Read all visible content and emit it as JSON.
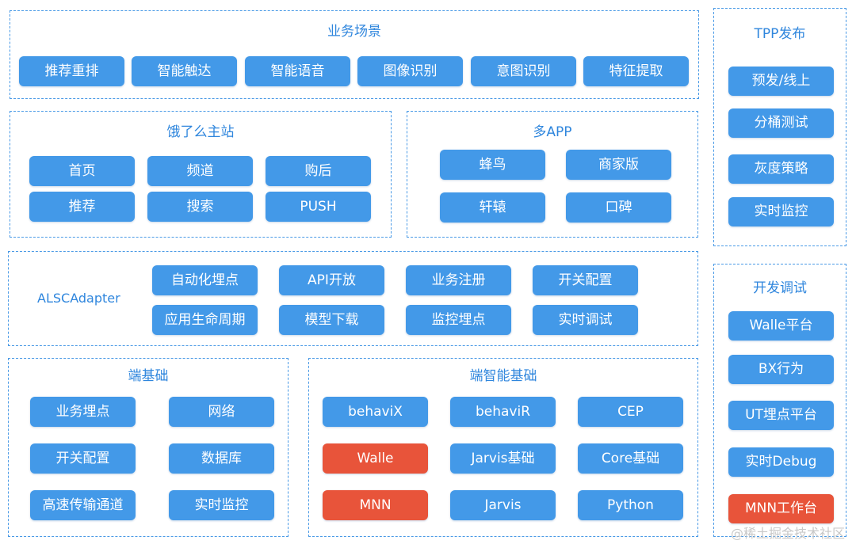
{
  "business": {
    "title": "业务场景",
    "items": [
      "推荐重排",
      "智能触达",
      "智能语音",
      "图像识别",
      "意图识别",
      "特征提取"
    ]
  },
  "eleme": {
    "title": "饿了么主站",
    "items": [
      "首页",
      "频道",
      "购后",
      "推荐",
      "搜索",
      "PUSH"
    ]
  },
  "multi_app": {
    "title": "多APP",
    "items": [
      "蜂鸟",
      "商家版",
      "轩辕",
      "口碑"
    ]
  },
  "adapter": {
    "title": "ALSCAdapter",
    "items": [
      "自动化埋点",
      "API开放",
      "业务注册",
      "开关配置",
      "应用生命周期",
      "模型下载",
      "监控埋点",
      "实时调试"
    ]
  },
  "client_base": {
    "title": "端基础",
    "items": [
      "业务埋点",
      "网络",
      "开关配置",
      "数据库",
      "高速传输通道",
      "实时监控"
    ]
  },
  "smart_base": {
    "title": "端智能基础",
    "items": [
      "behaviX",
      "behaviR",
      "CEP",
      "Walle",
      "Jarvis基础",
      "Core基础",
      "MNN",
      "Jarvis",
      "Python"
    ]
  },
  "tpp": {
    "title": "TPP发布",
    "items": [
      "预发/线上",
      "分桶测试",
      "灰度策略",
      "实时监控"
    ]
  },
  "dev": {
    "title": "开发调试",
    "items": [
      "Walle平台",
      "BX行为",
      "UT埋点平台",
      "实时Debug",
      "MNN工作台"
    ]
  },
  "watermark": "@稀土掘金技术社区",
  "colors": {
    "border": "#4a9ae6",
    "title": "#2f86dd",
    "button": "#4399e8",
    "button_highlight": "#e8543a"
  }
}
